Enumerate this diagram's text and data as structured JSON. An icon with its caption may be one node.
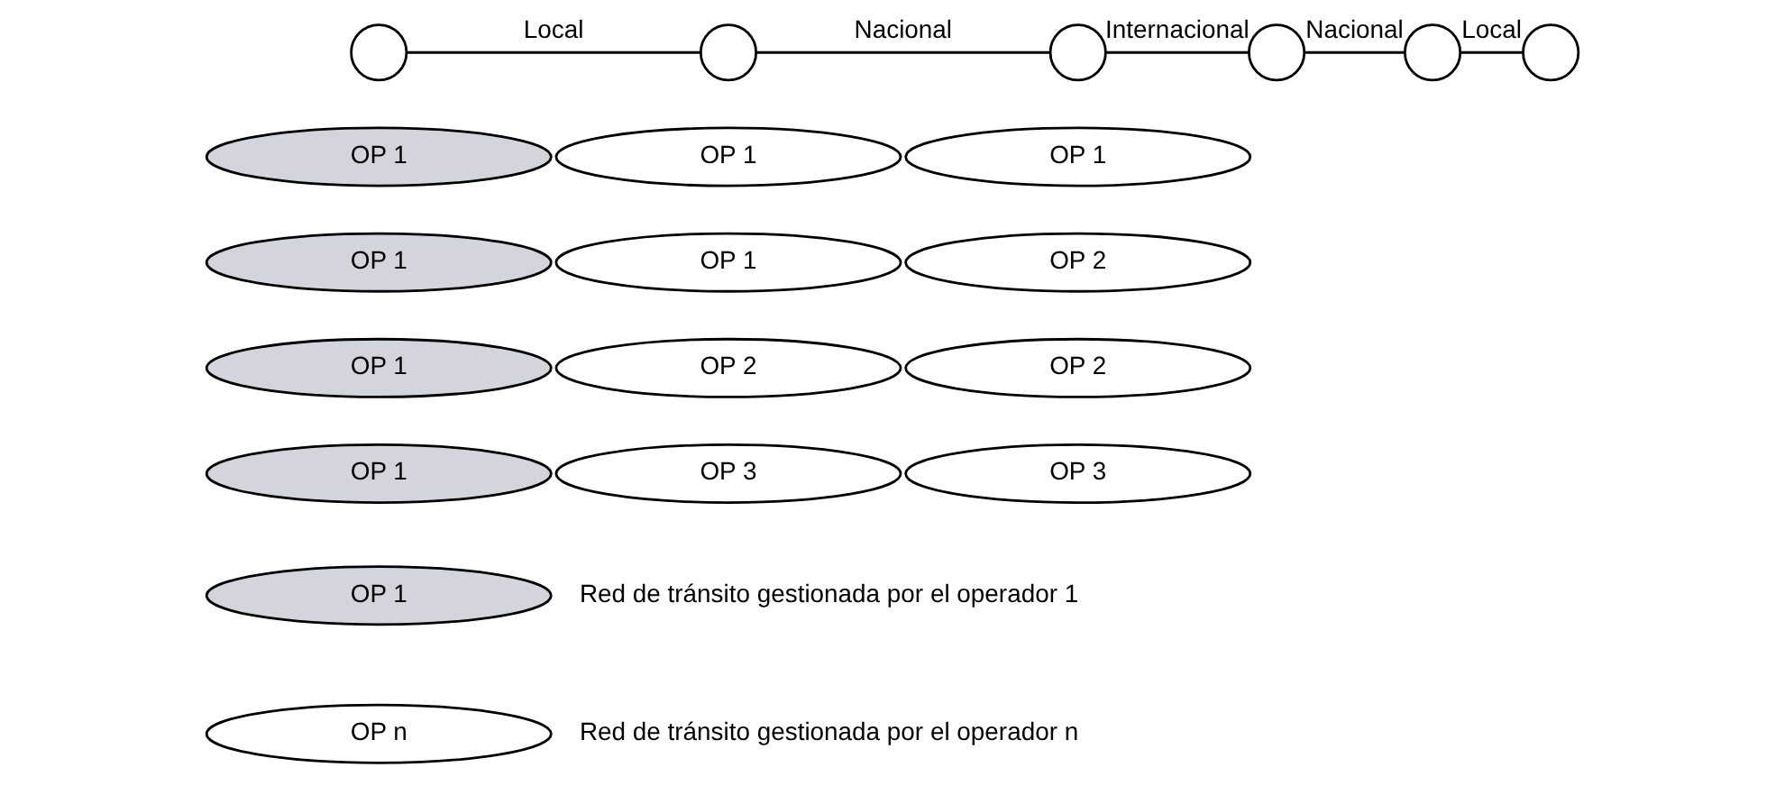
{
  "diagram": {
    "nodes": [
      {
        "text": [],
        "shape": "circle"
      },
      {
        "text": [],
        "shape": "circle"
      },
      {
        "text": [],
        "shape": "circle"
      },
      {
        "text": [],
        "shape": "circle"
      },
      {
        "text": [],
        "shape": "circle"
      },
      {
        "text": [],
        "shape": "circle"
      },
      {
        "text": [
          "OP 1"
        ]
      },
      {
        "text": [
          "OP 1"
        ]
      },
      {
        "text": [
          "OP 1"
        ]
      },
      {
        "text": [
          "OP 1"
        ]
      },
      {
        "text": [
          "OP 1"
        ]
      },
      {
        "text": [
          "OP 2"
        ]
      },
      {
        "text": [
          "OP 1"
        ]
      },
      {
        "text": [
          "OP 2"
        ]
      },
      {
        "text": [
          "OP 2"
        ]
      },
      {
        "text": [
          "OP 1"
        ]
      },
      {
        "text": [
          "OP 3"
        ]
      },
      {
        "text": [
          "OP 3"
        ]
      },
      {
        "text": [
          "OP 1"
        ],
        "beside": [
          "Red de tránsito gestionada por el operador 1"
        ]
      },
      {
        "text": [
          "OP n"
        ],
        "beside": [
          "Red de tránsito gestionada por el operador n"
        ]
      }
    ],
    "edges": [
      {
        "from": 0,
        "to": 1,
        "arrow": "none",
        "label": "Local"
      },
      {
        "from": 1,
        "to": 2,
        "arrow": "none",
        "label": "Nacional"
      },
      {
        "from": 2,
        "to": 3,
        "arrow": "none",
        "label": "Internacional"
      },
      {
        "from": 3,
        "to": 4,
        "arrow": "none",
        "label": "Nacional"
      },
      {
        "from": 4,
        "to": 5,
        "arrow": "none",
        "label": "Local"
      }
    ]
  }
}
